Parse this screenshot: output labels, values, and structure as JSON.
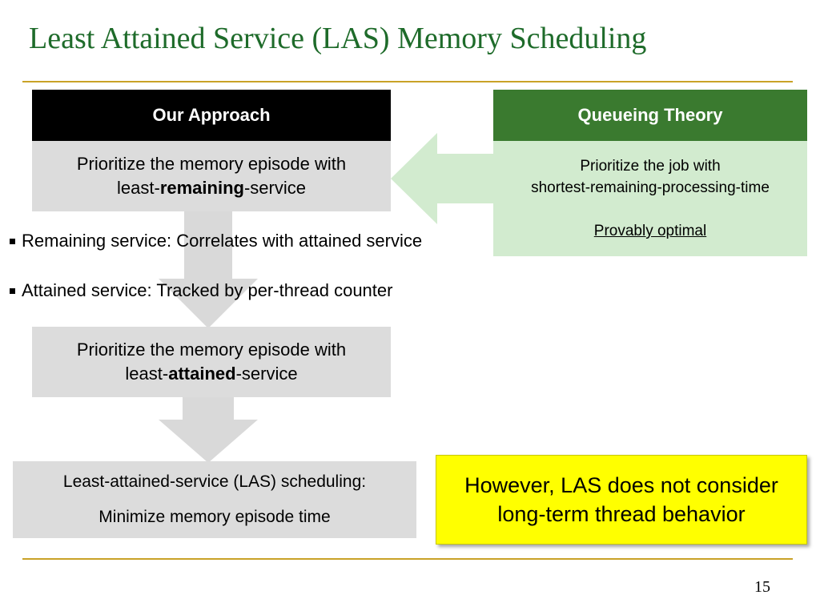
{
  "slide": {
    "title": "Least Attained Service (LAS) Memory Scheduling",
    "page_number": "15"
  },
  "our_approach": {
    "header": "Our Approach",
    "box1": {
      "line1": "Prioritize the memory episode with",
      "prefix": "least-",
      "bold": "remaining",
      "suffix": "-service"
    },
    "box2": {
      "line1": "Prioritize the memory episode with",
      "prefix": "least-",
      "bold": "attained",
      "suffix": "-service"
    },
    "box3": {
      "line1": "Least-attained-service (LAS) scheduling:",
      "line2": "Minimize memory episode time"
    }
  },
  "bullets": [
    "Remaining service: Correlates with attained service",
    "Attained service: Tracked by per-thread counter"
  ],
  "queueing_theory": {
    "header": "Queueing Theory",
    "line1": "Prioritize the job with",
    "line2": "shortest-remaining-processing-time",
    "link": "Provably optimal"
  },
  "callout": {
    "line1": "However, LAS does not consider",
    "line2": "long-term thread behavior"
  },
  "colors": {
    "title": "#1e6b2a",
    "rule": "#c9a227",
    "green_header": "#3a7a2f",
    "green_fill": "#d2ebcf",
    "gray_fill": "#dcdcdc",
    "callout": "#ffff00"
  }
}
